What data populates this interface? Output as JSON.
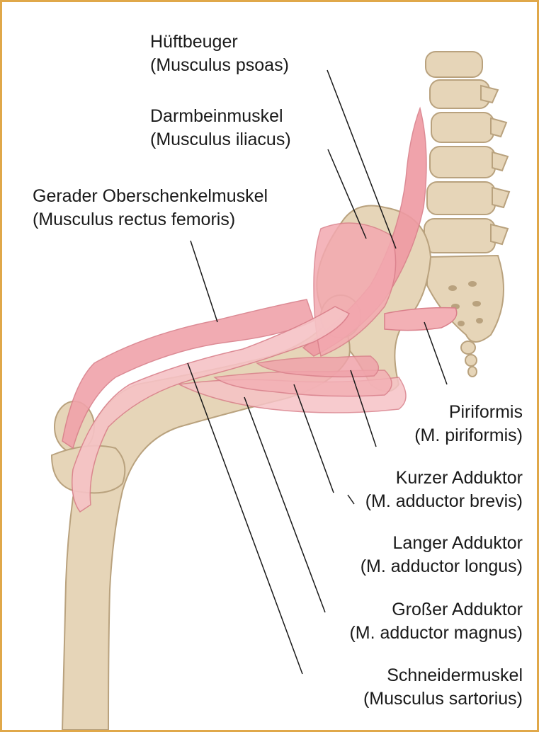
{
  "colors": {
    "border": "#e0a84a",
    "bone": "#e6d5b8",
    "bone_outline": "#b9a27e",
    "muscle": "#ef9aa3",
    "muscle_light": "#f6c3c6",
    "leader": "#1a1a1a"
  },
  "labels": {
    "psoas": {
      "name": "Hüftbeuger",
      "latin": "(Musculus psoas)"
    },
    "iliacus": {
      "name": "Darmbeinmuskel",
      "latin": "(Musculus iliacus)"
    },
    "rectus_femoris": {
      "name": "Gerader Oberschenkelmuskel",
      "latin": "(Musculus rectus femoris)"
    },
    "piriformis": {
      "name": "Piriformis",
      "latin": "(M. piriformis)"
    },
    "adductor_brevis": {
      "name": "Kurzer Adduktor",
      "latin": "(M. adductor brevis)"
    },
    "adductor_longus": {
      "name": "Langer Adduktor",
      "latin": "(M. adductor longus)"
    },
    "adductor_magnus": {
      "name": "Großer Adduktor",
      "latin": "(M. adductor magnus)"
    },
    "sartorius": {
      "name": "Schneidermuskel",
      "latin": "(Musculus sartorius)"
    }
  }
}
